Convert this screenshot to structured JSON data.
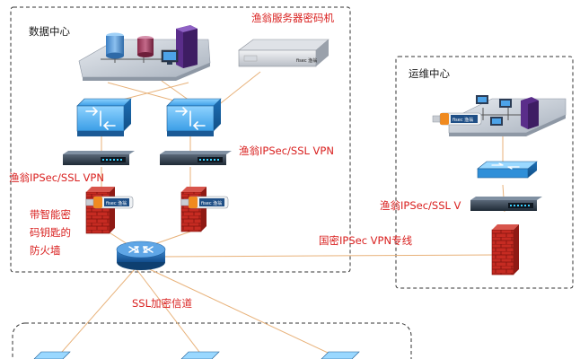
{
  "labels": {
    "datacenter": "数据中心",
    "server": "渔翁服务器密码机",
    "vpn_top_right": "渔翁IPSec/SSL VPN",
    "vpn_left": "渔翁IPSec/SSL VPN",
    "firewall_l1": "带智能密",
    "firewall_l2": "码钥匙的",
    "firewall_l3": "防火墙",
    "ops_center": "运维中心",
    "vpn_ops": "渔翁IPSec/SSL V",
    "gm_vpn": "国密IPSec VPN专线",
    "ssl_channel": "SSL加密信道"
  },
  "device_text": {
    "usb_key": "fisec 渔翁",
    "server_brand": "fisec 渔翁"
  },
  "colors": {
    "label_red": "#d9201f",
    "label_black": "#1a1a1a",
    "link_line": "#e8b27a",
    "dashed_border": "#333333",
    "switch_blue": "#2f8fd8",
    "router_blue": "#1e6fb8",
    "firewall_red": "#c62b22"
  }
}
